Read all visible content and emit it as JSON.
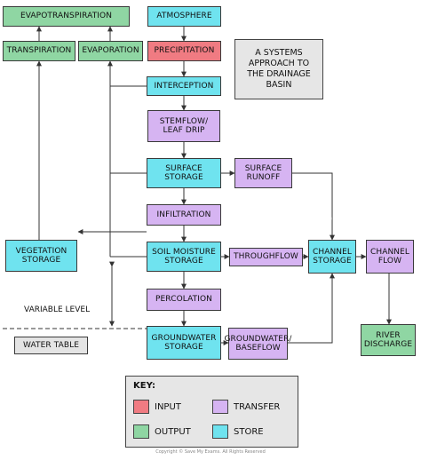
{
  "title": "A SYSTEMS\nAPPROACH TO\nTHE DRAINAGE\nBASIN",
  "colors": {
    "input": "#f07b82",
    "transfer": "#d6b4f2",
    "output": "#8fd6a3",
    "store": "#6fe3ef"
  },
  "nodes": {
    "evapotranspiration": "EVAPOTRANSPIRATION",
    "atmosphere": "ATMOSPHERE",
    "transpiration": "TRANSPIRATION",
    "evaporation": "EVAPORATION",
    "precipitation": "PRECIPITATION",
    "interception": "INTERCEPTION",
    "stemflow": "STEMFLOW/\nLEAF DRIP",
    "surface_storage": "SURFACE\nSTORAGE",
    "surface_runoff": "SURFACE\nRUNOFF",
    "infiltration": "INFILTRATION",
    "vegetation_storage": "VEGETATION\nSTORAGE",
    "soil_moisture_storage": "SOIL MOISTURE\nSTORAGE",
    "throughflow": "THROUGHFLOW",
    "channel_storage": "CHANNEL\nSTORAGE",
    "channel_flow": "CHANNEL\nFLOW",
    "percolation": "PERCOLATION",
    "groundwater_storage": "GROUNDWATER\nSTORAGE",
    "groundwater_baseflow": "GROUNDWATER/\nBASEFLOW",
    "river_discharge": "RIVER\nDISCHARGE",
    "water_table": "WATER TABLE"
  },
  "variable_level": "VARIABLE LEVEL",
  "key": {
    "title": "KEY:",
    "input": "INPUT",
    "transfer": "TRANSFER",
    "output": "OUTPUT",
    "store": "STORE"
  },
  "watermark": "Save My Exams",
  "copyright": "Copyright © Save My Exams. All Rights Reserved"
}
